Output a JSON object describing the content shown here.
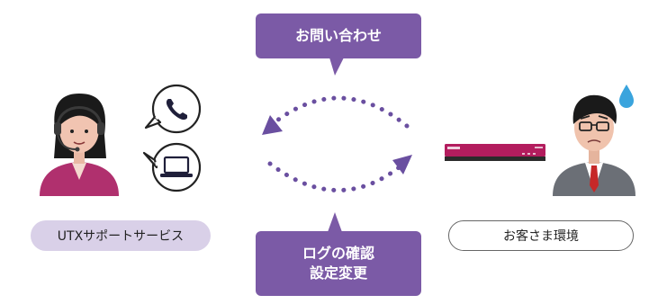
{
  "callouts": {
    "inquiry": "お問い合わせ",
    "log_check": "ログの確認",
    "config_change": "設定変更"
  },
  "labels": {
    "support_service": "UTXサポートサービス",
    "customer_env": "お客さま環境"
  },
  "icons": {
    "phone": "phone-icon",
    "laptop": "laptop-icon",
    "sweat": "sweat-drop-icon"
  },
  "colors": {
    "purple": "#7b5aa6",
    "dot_purple": "#6a4fa0",
    "pill_light": "#d9d0e8",
    "device_magenta": "#c2185b"
  }
}
